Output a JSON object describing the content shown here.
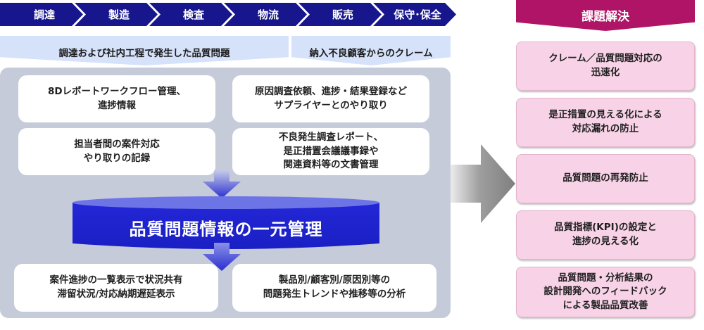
{
  "process_steps": [
    "調達",
    "製造",
    "検査",
    "物流",
    "販売",
    "保守･保全"
  ],
  "sources": {
    "internal": "調達および社内工程で発生した品質問題",
    "customer": "納入不良顧客からのクレーム"
  },
  "input_cards": [
    "8Dレポートワークフロー管理、\n進捗情報",
    "原因調査依頼、進捗・結果登録など\nサプライヤーとのやり取り",
    "担当者間の案件対応\nやり取りの記録",
    "不良発生調査レポート、\n是正措置会議議事録や\n関連資料等の文書管理"
  ],
  "central_hub": "品質問題情報の一元管理",
  "output_cards": [
    "案件進捗の一覧表示で状況共有\n滞留状況/対応納期遅延表示",
    "製品別/顧客別/原因別等の\n問題発生トレンドや推移等の分析"
  ],
  "solutions": {
    "title": "課題解決",
    "items": [
      "クレーム／品質問題対応の\n迅速化",
      "是正措置の見える化による\n対応漏れの防止",
      "品質問題の再発防止",
      "品質指標(KPI)の設定と\n進捗の見える化",
      "品質問題・分析結果の\n設計開発へのフィードバック\nによる製品品質改善"
    ]
  },
  "colors": {
    "process_navy": "#17168c",
    "banner_blue": "#d6e2fa",
    "panel_gray": "#c5cbd9",
    "hub_blue": "#1f24d0",
    "solution_magenta": "#b01466",
    "solution_pink": "#f8d3e7"
  }
}
